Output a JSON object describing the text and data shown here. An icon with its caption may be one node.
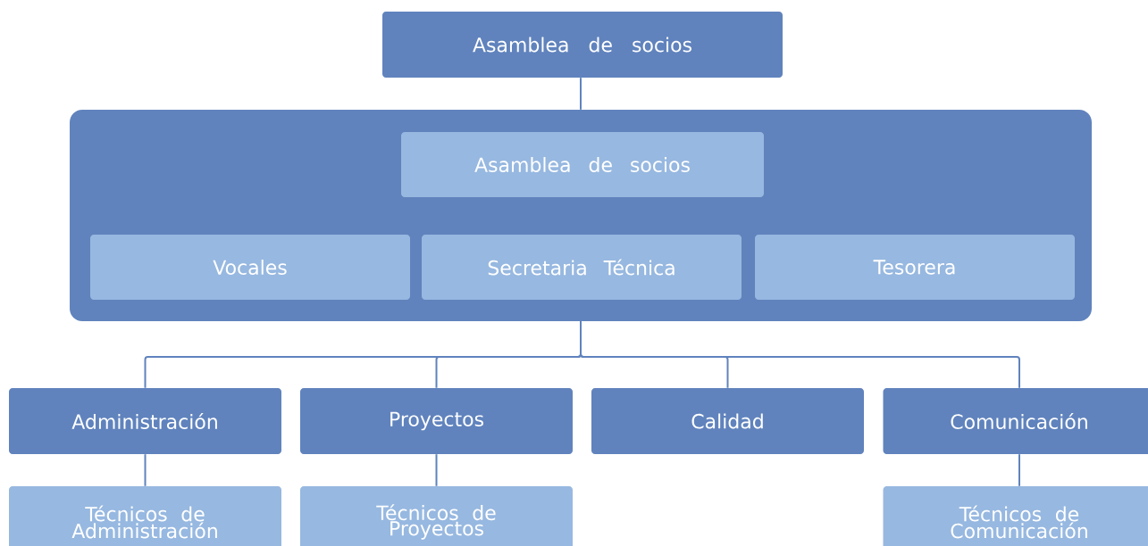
{
  "diagram": {
    "nodes": [
      {
        "text": [
          "Asamblea de socios"
        ]
      },
      {
        "text": [],
        "shape": "box"
      },
      {
        "text": [
          "Asamblea de socios"
        ],
        "in": 1
      },
      {
        "text": [
          "Vocales"
        ],
        "in": 1
      },
      {
        "text": [
          "Secretaria Técnica"
        ],
        "in": 1
      },
      {
        "text": [
          "Tesorera"
        ],
        "in": 1
      },
      {
        "text": [
          "Administración"
        ]
      },
      {
        "text": [
          "Proyectos"
        ]
      },
      {
        "text": [
          "Calidad"
        ]
      },
      {
        "text": [
          "Comunicación"
        ]
      },
      {
        "text": [
          "Técnicos de Administración"
        ]
      },
      {
        "text": [
          "Técnicos de Proyectos"
        ]
      },
      {
        "text": [
          "Técnicos de Comunicación"
        ]
      }
    ],
    "edges": [
      {
        "from": 0,
        "to": 1,
        "arrow": "none"
      },
      {
        "from": 1,
        "to": 6,
        "arrow": "none"
      },
      {
        "from": 1,
        "to": 7,
        "arrow": "none"
      },
      {
        "from": 1,
        "to": 8,
        "arrow": "none"
      },
      {
        "from": 1,
        "to": 9,
        "arrow": "none"
      },
      {
        "from": 6,
        "to": 10,
        "arrow": "none"
      },
      {
        "from": 7,
        "to": 11,
        "arrow": "none"
      },
      {
        "from": 9,
        "to": 12,
        "arrow": "none"
      }
    ]
  }
}
